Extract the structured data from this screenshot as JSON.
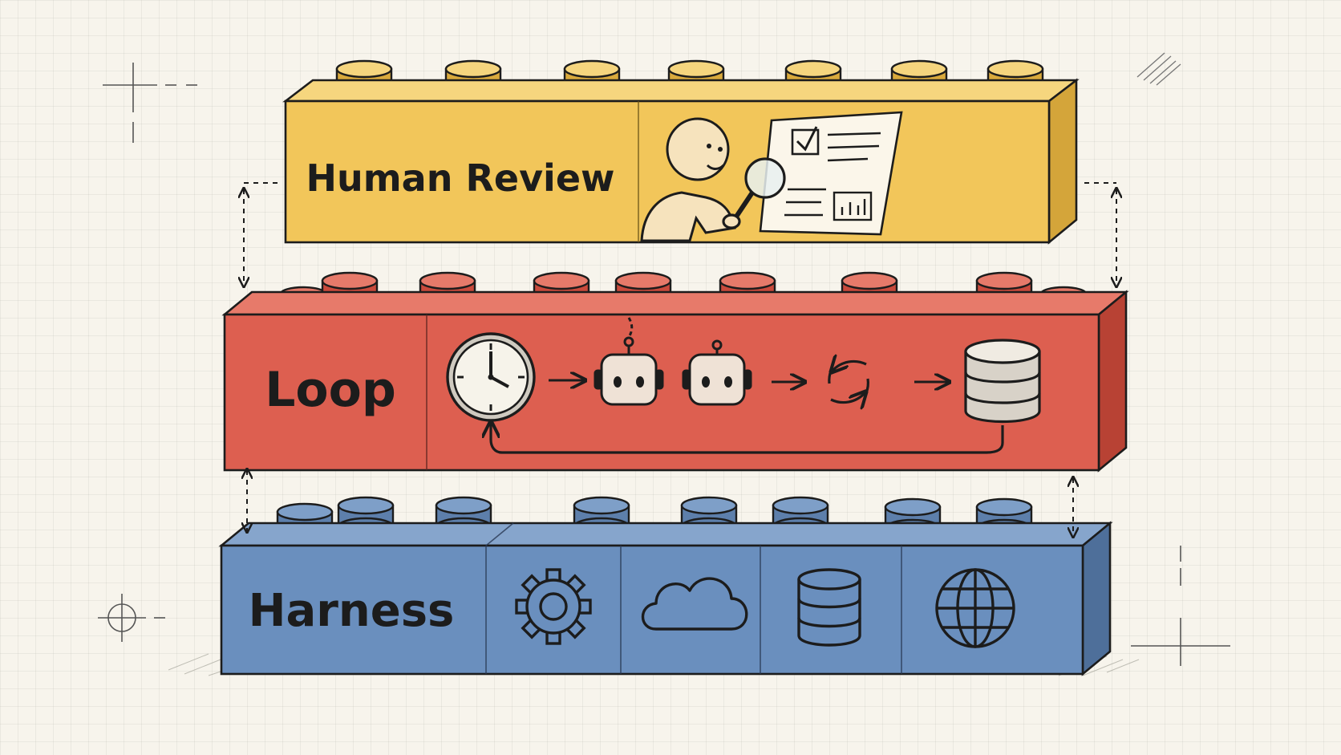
{
  "layers": [
    {
      "id": "human-review",
      "label": "Human Review",
      "color": "#f2c65a",
      "icons": [
        "person-icon",
        "magnifier-icon",
        "checklist-document-icon",
        "bar-chart-icon"
      ]
    },
    {
      "id": "loop",
      "label": "Loop",
      "color": "#dd5f50",
      "icons": [
        "clock-icon",
        "robot-icon",
        "robot-icon",
        "refresh-icon",
        "database-icon"
      ]
    },
    {
      "id": "harness",
      "label": "Harness",
      "color": "#6a8fbe",
      "icons": [
        "gear-icon",
        "cloud-icon",
        "database-icon",
        "globe-icon"
      ]
    }
  ],
  "colors": {
    "background": "#f7f4ec",
    "outline": "#1c1c1c",
    "yellow": "#f2c65a",
    "red": "#dd5f50",
    "blue": "#6a8fbe"
  }
}
